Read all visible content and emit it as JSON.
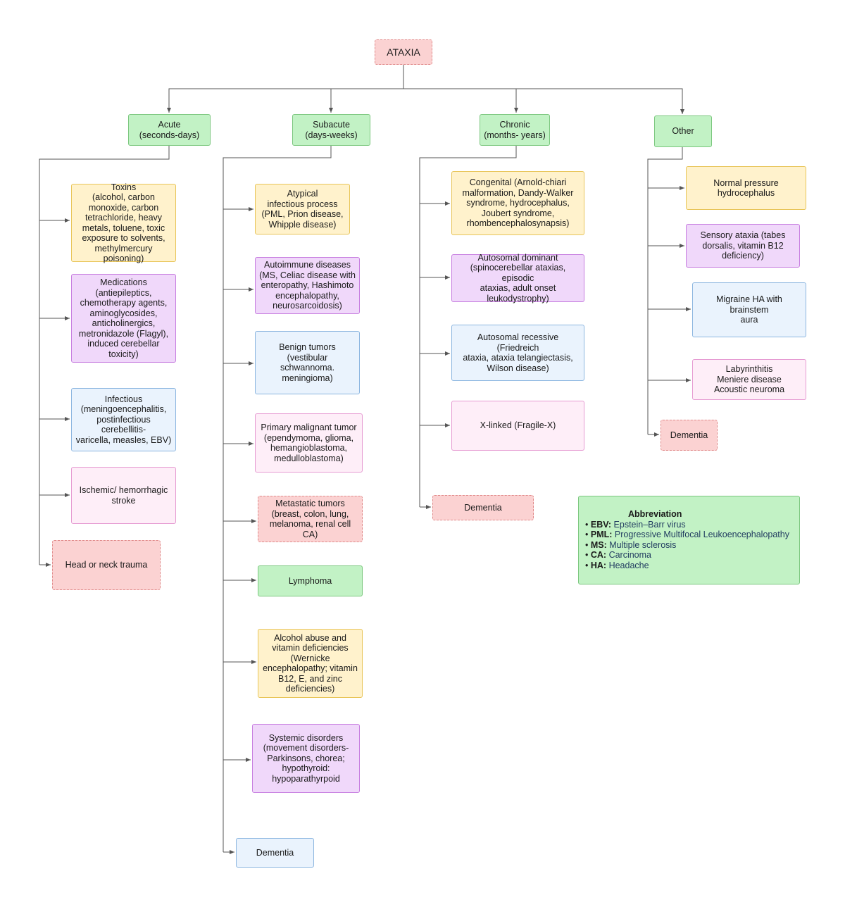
{
  "root": "ATAXIA",
  "columns": [
    {
      "title": "Acute\n(seconds-days)",
      "items": [
        "Toxins\n(alcohol, carbon\nmonoxide, carbon\ntetrachloride, heavy\nmetals, toluene, toxic\nexposure to solvents,\nmethylmercury poisoning)",
        "Medications\n(antiepileptics,\nchemotherapy agents,\naminoglycosides,\nanticholinergics,\nmetronidazole (Flagyl),\ninduced cerebellar\ntoxicity)",
        "Infectious\n(meningoencephalitis,\npostinfectious cerebellitis-\nvaricella, measles, EBV)",
        "Ischemic/ hemorrhagic\nstroke",
        "Head or neck trauma"
      ]
    },
    {
      "title": "Subacute\n(days-weeks)",
      "items": [
        "Atypical\ninfectious process\n(PML, Prion disease,\nWhipple disease)",
        "Autoimmune diseases\n(MS, Celiac disease with\nenteropathy, Hashimoto\nencephalopathy,\nneurosarcoidosis)",
        "Benign tumors (vestibular\nschwannoma.\nmeningioma)",
        "Primary malignant tumor\n(ependymoma, glioma,\nhemangioblastoma,\nmedulloblastoma)",
        "Metastatic tumors\n(breast, colon, lung,\nmelanoma, renal cell CA)",
        "Lymphoma",
        "Alcohol abuse and\nvitamin deficiencies\n(Wernicke\nencephalopathy; vitamin\nB12, E, and zinc\ndeficiencies)",
        "Systemic disorders\n(movement disorders-\nParkinsons, chorea;\nhypothyroid:\nhypoparathyrpoid",
        "Dementia"
      ]
    },
    {
      "title": "Chronic\n(months- years)",
      "items": [
        "Congenital (Arnold-chiari\nmalformation, Dandy-Walker\nsyndrome, hydrocephalus,\nJoubert syndrome,\nrhombencephalosynapsis)",
        "Autosomal dominant\n(spinocerebellar ataxias, episodic\nataxias, adult onset\nleukodystrophy)",
        "Autosomal recessive (Friedreich\nataxia, ataxia telangiectasis,\nWilson disease)",
        "X-linked (Fragile-X)",
        "Dementia"
      ]
    },
    {
      "title": "Other",
      "items": [
        "Normal pressure\nhydrocephalus",
        "Sensory ataxia (tabes\ndorsalis, vitamin B12\ndeficiency)",
        "Migraine HA with brainstem\naura",
        "Labyrinthitis\nMeniere disease\nAcoustic neuroma",
        "Dementia"
      ]
    }
  ],
  "legend": {
    "title": "Abbreviation",
    "entries": [
      {
        "abbr": "EBV:",
        "def": "Epstein–Barr virus"
      },
      {
        "abbr": "PML:",
        "def": "Progressive Multifocal Leukoencephalopathy"
      },
      {
        "abbr": "MS:",
        "def": "Multiple sclerosis"
      },
      {
        "abbr": "CA:",
        "def": "Carcinoma"
      },
      {
        "abbr": "HA:",
        "def": "Headache"
      }
    ]
  },
  "colors": {
    "green": "#c2f2c5",
    "yellow": "#fff2cc",
    "purple": "#f0d8fa",
    "blue": "#eaf3fd",
    "pink": "#feeef8",
    "red": "#fbd2d2",
    "connector": "#555555"
  }
}
